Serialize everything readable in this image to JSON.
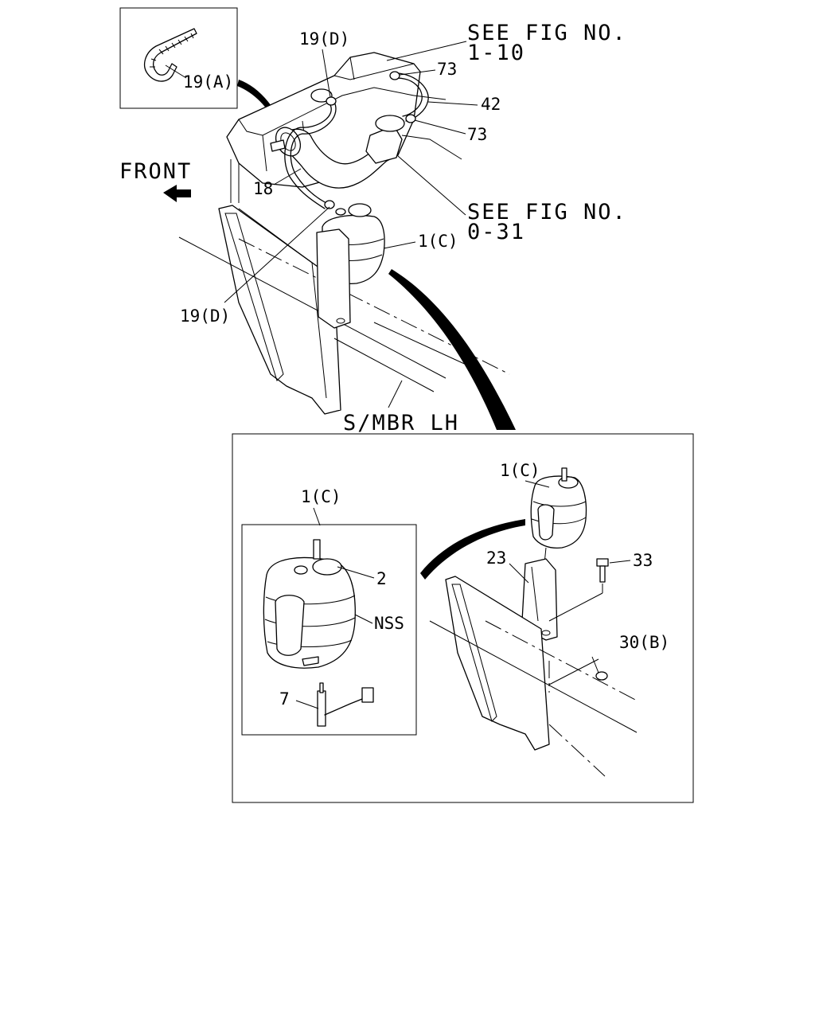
{
  "labels": {
    "clamp_19a": "19(A)",
    "clamp_19d_top": "19(D)",
    "see_fig_1": "SEE FIG NO.",
    "fig_ref_1": "1-10",
    "hose_clamp_73_top": "73",
    "hose_42": "42",
    "hose_clamp_73_bottom": "73",
    "front": "FRONT",
    "hose_18": "18",
    "see_fig_2": "SEE FIG NO.",
    "fig_ref_2": "0-31",
    "reservoir_1c_top": "1(C)",
    "clamp_19d_bottom": "19(D)",
    "side_member": "S/MBR LH",
    "reservoir_1c_detail": "1(C)",
    "reservoir_1c_inset": "1(C)",
    "cap_2": "2",
    "nss": "NSS",
    "sensor_7": "7",
    "bracket_23": "23",
    "bolt_33": "33",
    "nut_30b": "30(B)"
  }
}
